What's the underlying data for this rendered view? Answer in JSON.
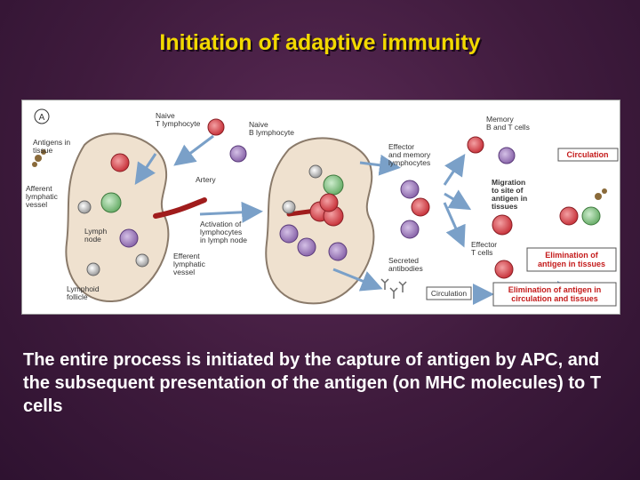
{
  "slide": {
    "title": "Initiation of adaptive immunity",
    "caption": "The entire process is initiated by the capture of antigen by APC, and the subsequent presentation of the antigen (on MHC molecules) to T cells"
  },
  "diagram": {
    "panel_letter": "A",
    "labels": {
      "naive_t": [
        "Naive",
        "T lymphocyte"
      ],
      "naive_b": [
        "Naive",
        "B lymphocyte"
      ],
      "antigens": [
        "Antigens in",
        "tissue"
      ],
      "artery": "Artery",
      "afferent": [
        "Afferent",
        "lymphatic",
        "vessel"
      ],
      "lymph_node": [
        "Lymph",
        "node"
      ],
      "efferent": [
        "Efferent",
        "lymphatic",
        "vessel"
      ],
      "lymphoid": [
        "Lymphoid",
        "follicle"
      ],
      "activation": [
        "Activation of",
        "lymphocytes",
        "in lymph node"
      ],
      "effector_memory": [
        "Effector",
        "and memory",
        "lymphocytes"
      ],
      "memory_bt": [
        "Memory",
        "B and T cells"
      ],
      "migration": [
        "Migration",
        "to site of",
        "antigen in",
        "tissues"
      ],
      "effector_t": [
        "Effector",
        "T cells"
      ],
      "secreted_ab": [
        "Secreted",
        "antibodies"
      ],
      "circulation_small": "Circulation"
    },
    "boxes": {
      "circulation": "Circulation",
      "elimination_tissues": [
        "Elimination of",
        "antigen in tissues"
      ],
      "elimination_circ": [
        "Elimination of antigen in",
        "circulation and tissues"
      ]
    },
    "colors": {
      "title": "#f2d900",
      "box_text": "#c41a1a",
      "node_fill": "#efe1cf",
      "node_stroke": "#8a7a6a",
      "t_cell": "#d9434a",
      "b_cell": "#9a7ab8",
      "apc": "#7fc17f",
      "arrow": "#7aa0c8"
    }
  }
}
